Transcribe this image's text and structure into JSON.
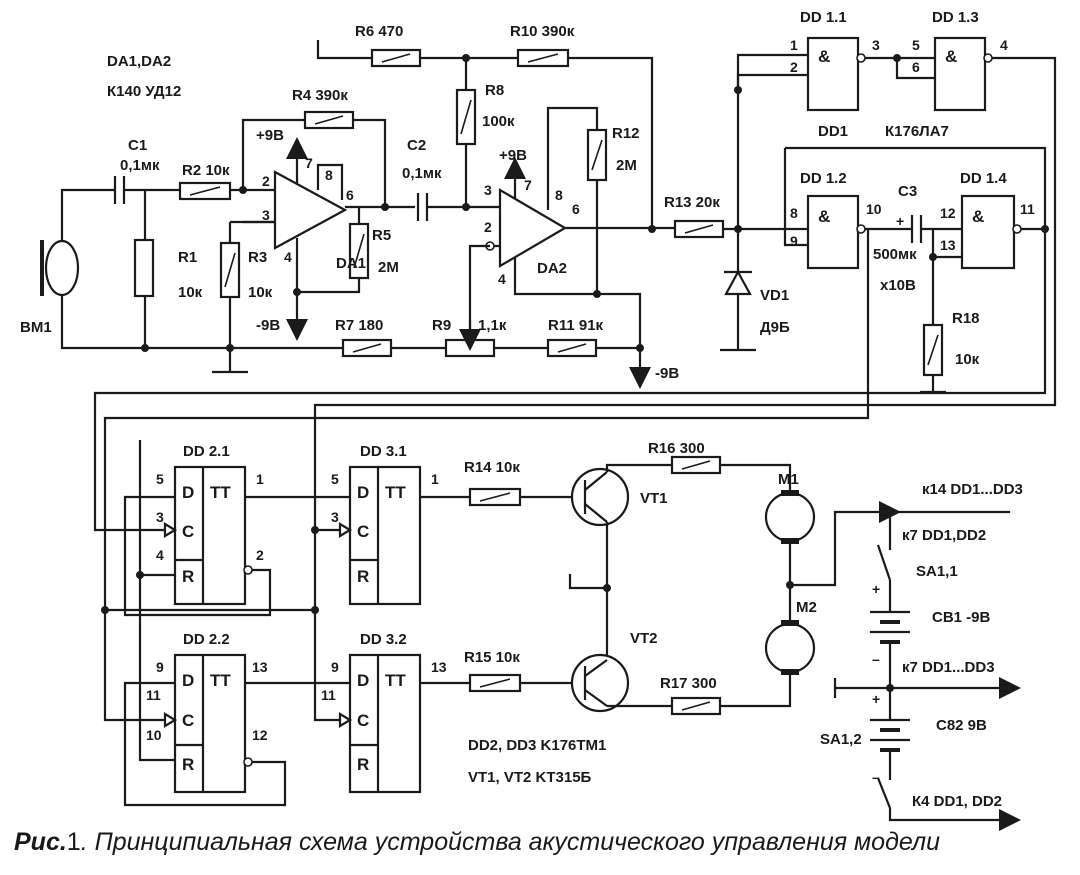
{
  "ic_header": {
    "line1": "DA1,DA2",
    "line2": "К140 УД12"
  },
  "components": {
    "c1": {
      "ref": "C1",
      "value": "0,1мк"
    },
    "c2": {
      "ref": "C2",
      "value": "0,1мк"
    },
    "c3": {
      "ref": "C3",
      "value": "500мк",
      "value2": "х10В"
    },
    "r1": {
      "ref": "R1",
      "value": "10к"
    },
    "r2": "R2 10к",
    "r3": {
      "ref": "R3",
      "value": "10к"
    },
    "r4": "R4 390к",
    "r5": {
      "ref": "R5",
      "value": "2М"
    },
    "r6": "R6 470",
    "r7": "R7 180",
    "r8": {
      "ref": "R8",
      "value": "100к"
    },
    "r9": "R9",
    "r9_value": "1,1к",
    "r10": "R10 390к",
    "r11": "R11 91к",
    "r12": {
      "ref": "R12",
      "value": "2М"
    },
    "r13": "R13 20к",
    "r14": "R14 10к",
    "r15": "R15 10к",
    "r16": "R16 300",
    "r17": "R17 300",
    "r18": {
      "ref": "R18",
      "value": "10к"
    },
    "vd1": {
      "ref": "VD1",
      "value": "Д9Б"
    },
    "bm1": "BM1",
    "da1": "DA1",
    "da2": "DA2",
    "vt1": "VT1",
    "vt2": "VT2",
    "m1": "M1",
    "m2": "M2",
    "sa11": "SA1,1",
    "sa12": "SA1,2",
    "cb1": "CB1 -9В",
    "cb2": "C82 9В"
  },
  "power": {
    "plus9a": "+9В",
    "plus9b": "+9В",
    "minus9a": "-9В",
    "minus9b": "-9В"
  },
  "gates": {
    "dd11": "DD 1.1",
    "dd12": "DD 1.2",
    "dd13": "DD 1.3",
    "dd14": "DD 1.4",
    "amp": "&",
    "dd1": "DD1",
    "k176la7": "К176ЛА7"
  },
  "triggers": {
    "dd21": "DD 2.1",
    "dd22": "DD 2.2",
    "dd31": "DD 3.1",
    "dd32": "DD 3.2",
    "tt": "ТТ",
    "d": "D",
    "c": "C",
    "r": "R"
  },
  "pins": {
    "p1": "1",
    "p2": "2",
    "p3": "3",
    "p4": "4",
    "p5": "5",
    "p6": "6",
    "p7": "7",
    "p8": "8",
    "p9": "9",
    "p10": "10",
    "p11": "11",
    "p12": "12",
    "p13": "13",
    "plus": "+",
    "minus": "–"
  },
  "notes": {
    "dd23": "DD2, DD3 K176TM1",
    "vt12": "VT1, VT2 KT315Б",
    "k14": "к14 DD1...DD3",
    "k7a": "к7 DD1,DD2",
    "k7b": "к7 DD1...DD3",
    "k4": "К4 DD1, DD2"
  },
  "caption": {
    "prefix": "Рис.",
    "number": "1",
    "text": ". Принципиальная схема устройства акустического управления модели"
  }
}
